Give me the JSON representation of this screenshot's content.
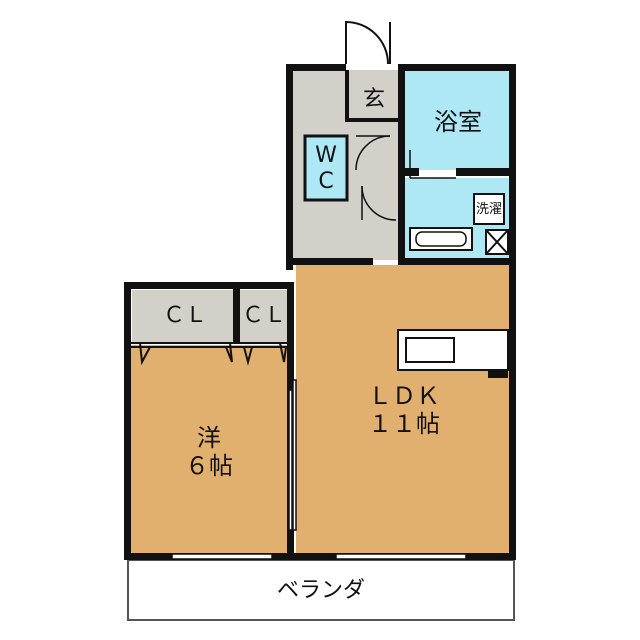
{
  "colors": {
    "wall": "#111111",
    "room_wood": "#e2b06e",
    "wet_area": "#aee8f5",
    "service_area": "#d3d0c9",
    "background": "#ffffff"
  },
  "rooms": {
    "entrance": {
      "label": "玄"
    },
    "bath": {
      "label": "浴室"
    },
    "wc": {
      "line1": "W",
      "line2": "C"
    },
    "laundry": {
      "label": "洗濯"
    },
    "closet_left": {
      "label": "ＣＬ"
    },
    "closet_right": {
      "label": "ＣＬ"
    },
    "ldk": {
      "line1": "ＬＤＫ",
      "line2": "１１帖"
    },
    "western": {
      "line1": "洋",
      "line2": "６帖"
    },
    "balcony": {
      "label": "ベランダ"
    }
  },
  "icons": {
    "entry_door": "door-swing-icon",
    "kitchen": "kitchen-counter-icon",
    "washbasin": "washbasin-icon",
    "pipe_space": "pipe-shaft-icon"
  }
}
